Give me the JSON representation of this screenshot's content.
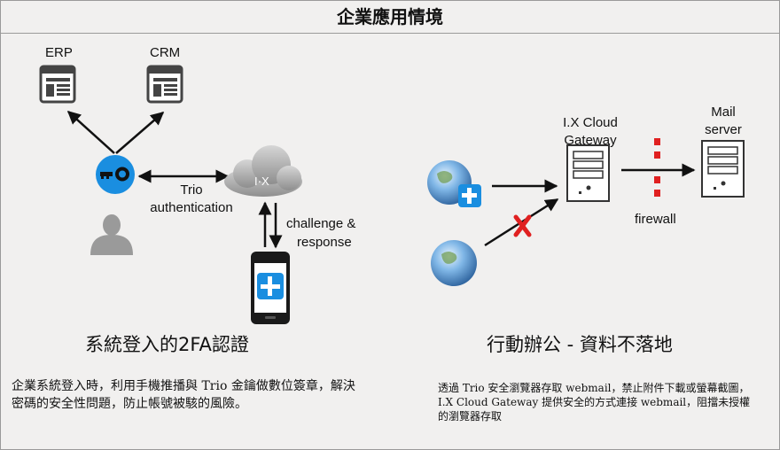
{
  "title": "企業應用情境",
  "left": {
    "apps": [
      {
        "label": "ERP",
        "icon": "browser-window-icon"
      },
      {
        "label": "CRM",
        "icon": "browser-window-icon"
      }
    ],
    "key_icon": "key-icon",
    "user_icon": "user-silhouette-icon",
    "cloud_label": "I·X",
    "auth_label_line1": "Trio",
    "auth_label_line2": "authentication",
    "challenge_line1": "challenge &",
    "challenge_line2": "response",
    "section_title": "系統登入的2FA認證",
    "description": "企業系統登入時，利用手機推播與 Trio 金鑰做數位簽章，解決密碼的安全性問題，防止帳號被駭的風險。"
  },
  "right": {
    "gateway_label_line1": "I.X Cloud",
    "gateway_label_line2": "Gateway",
    "mail_label_line1": "Mail",
    "mail_label_line2": "server",
    "firewall_label": "firewall",
    "section_title": "行動辦公 - 資料不落地",
    "description": "透過 Trio 安全瀏覽器存取 webmail，禁止附件下載或螢幕截圖，I.X Cloud Gateway 提供安全的方式連接 webmail，阻擋未授權的瀏覽器存取"
  },
  "colors": {
    "background": "#f1f0ef",
    "accent_blue": "#1a8ee0",
    "firewall_red": "#e02020",
    "icon_gray": "#555555"
  }
}
